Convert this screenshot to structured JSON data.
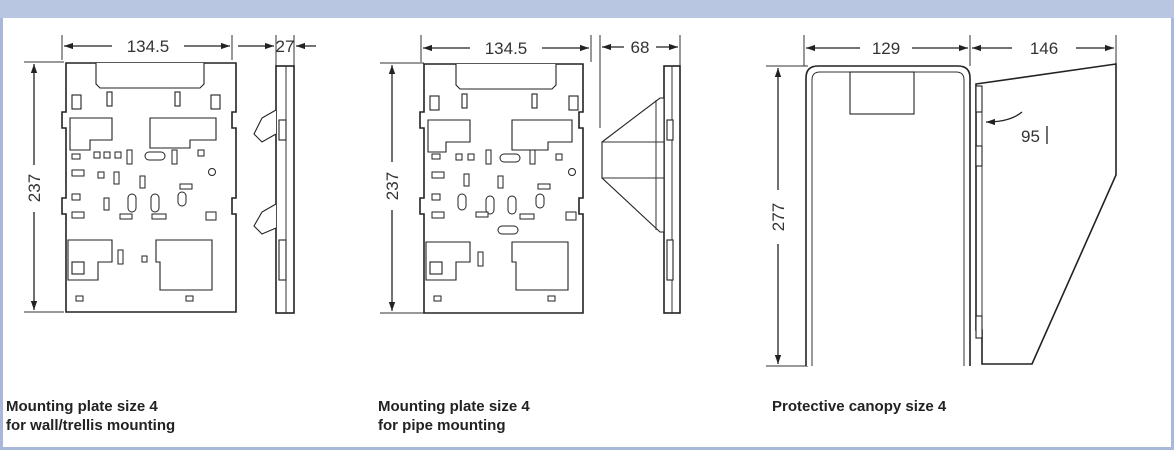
{
  "figures": [
    {
      "id": "wall",
      "dimensions": {
        "width": "134.5",
        "depth": "27",
        "height": "237"
      },
      "caption": {
        "line1": "Mounting plate size 4",
        "line2": "for wall/trellis mounting"
      }
    },
    {
      "id": "pipe",
      "dimensions": {
        "width": "134.5",
        "depth": "68",
        "height": "237"
      },
      "caption": {
        "line1": "Mounting plate size 4",
        "line2": "for pipe mounting"
      }
    },
    {
      "id": "canopy",
      "dimensions": {
        "width": "129",
        "depth": "146",
        "height": "277",
        "angle": "95"
      },
      "caption": {
        "line1": "Protective canopy size 4",
        "line2": ""
      }
    }
  ]
}
